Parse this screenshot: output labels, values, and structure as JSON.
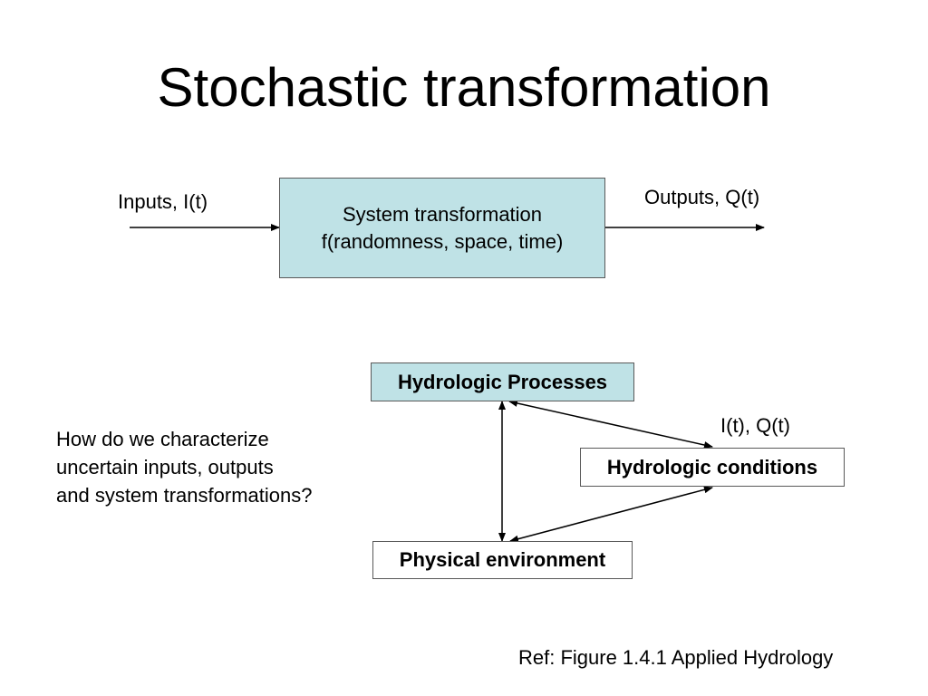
{
  "title": "Stochastic transformation",
  "inputs_label": "Inputs, I(t)",
  "outputs_label": "Outputs, Q(t)",
  "system_box": {
    "line1": "System transformation",
    "line2": "f(randomness, space, time)"
  },
  "processes_box": "Hydrologic Processes",
  "conditions_box": "Hydrologic conditions",
  "environment_box": "Physical environment",
  "flow_label": "I(t), Q(t)",
  "question": {
    "line1": "How do we characterize",
    "line2": "uncertain inputs, outputs",
    "line3": "and system transformations?"
  },
  "reference": "Ref: Figure 1.4.1 Applied Hydrology",
  "colors": {
    "system_box_fill": "#bfe2e6",
    "processes_box_fill": "#bfe2e6",
    "box_border": "#595959"
  }
}
